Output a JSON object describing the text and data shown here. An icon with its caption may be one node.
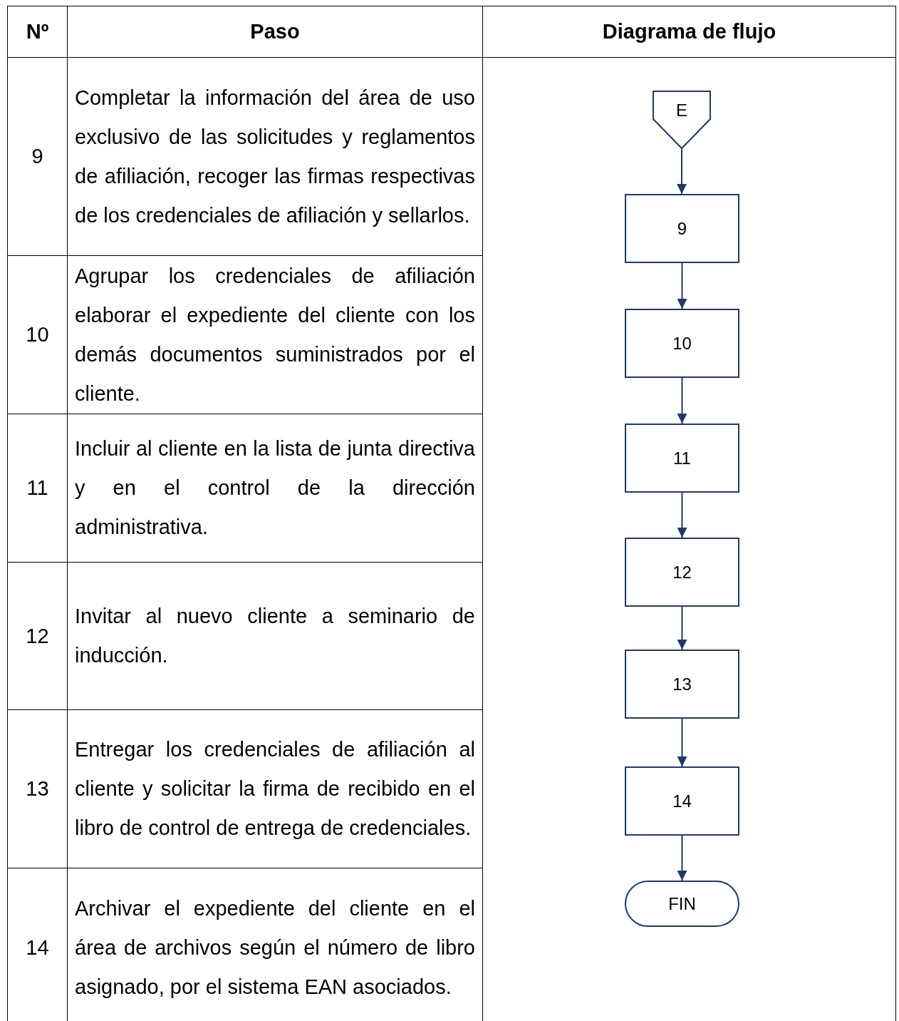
{
  "diagram": {
    "nodes": [
      {
        "text": [
          "E"
        ]
      },
      {
        "text": [
          "9"
        ]
      },
      {
        "text": [
          "10"
        ]
      },
      {
        "text": [
          "11"
        ]
      },
      {
        "text": [
          "12"
        ]
      },
      {
        "text": [
          "13"
        ]
      },
      {
        "text": [
          "14"
        ]
      },
      {
        "text": [
          "FIN"
        ]
      }
    ],
    "edges": [
      {
        "from": 0,
        "to": 1,
        "arrow": "to"
      },
      {
        "from": 1,
        "to": 2,
        "arrow": "to"
      },
      {
        "from": 2,
        "to": 3,
        "arrow": "to"
      },
      {
        "from": 3,
        "to": 4,
        "arrow": "to"
      },
      {
        "from": 4,
        "to": 5,
        "arrow": "to"
      },
      {
        "from": 5,
        "to": 6,
        "arrow": "to"
      },
      {
        "from": 6,
        "to": 7,
        "arrow": "to"
      }
    ],
    "labels": [
      "Nº",
      "Paso",
      "Diagrama de flujo",
      "9",
      "Completar la información del área de uso exclusivo de las solicitudes y reglamentos de afiliación, recoger las firmas respectivas de los credenciales de afiliación y sellarlos.",
      "10",
      "Agrupar los credenciales de afiliación elaborar el expediente del cliente con los demás documentos suministrados por el cliente.",
      "11",
      "Incluir al cliente en la lista de junta directiva y en el control de la dirección administrativa.",
      "12",
      "Invitar al nuevo cliente a seminario de inducción.",
      "13",
      "Entregar los credenciales de afiliación al cliente y solicitar la firma de recibido en el libro de control de entrega de credenciales.",
      "14",
      "Archivar el expediente del cliente en el área de archivos según el número de libro asignado, por el sistema EAN asociados."
    ]
  }
}
